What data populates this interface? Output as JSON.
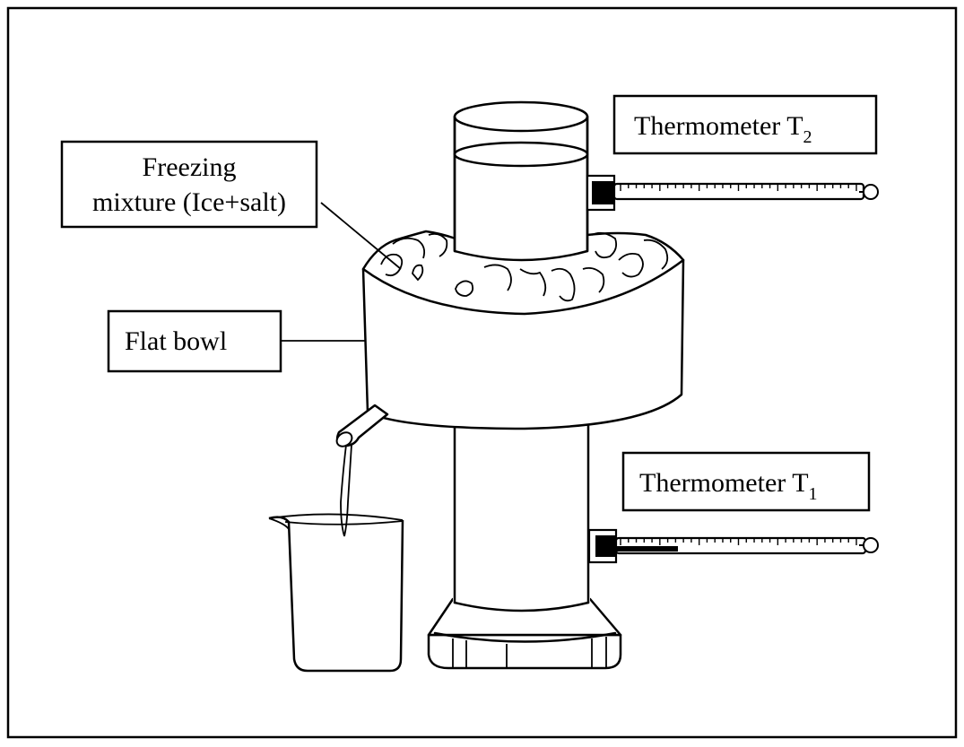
{
  "labels": {
    "freezing_line1": "Freezing",
    "freezing_line2": "mixture (Ice+salt)",
    "flat_bowl": "Flat bowl",
    "thermo_t2_main": "Thermometer T",
    "thermo_t2_sub": "2",
    "thermo_t1_main": "Thermometer T",
    "thermo_t1_sub": "1"
  },
  "thermometers": {
    "t2_fill": 0.0,
    "t1_fill": 0.25
  },
  "colors": {
    "line": "#000000",
    "background": "#ffffff"
  }
}
